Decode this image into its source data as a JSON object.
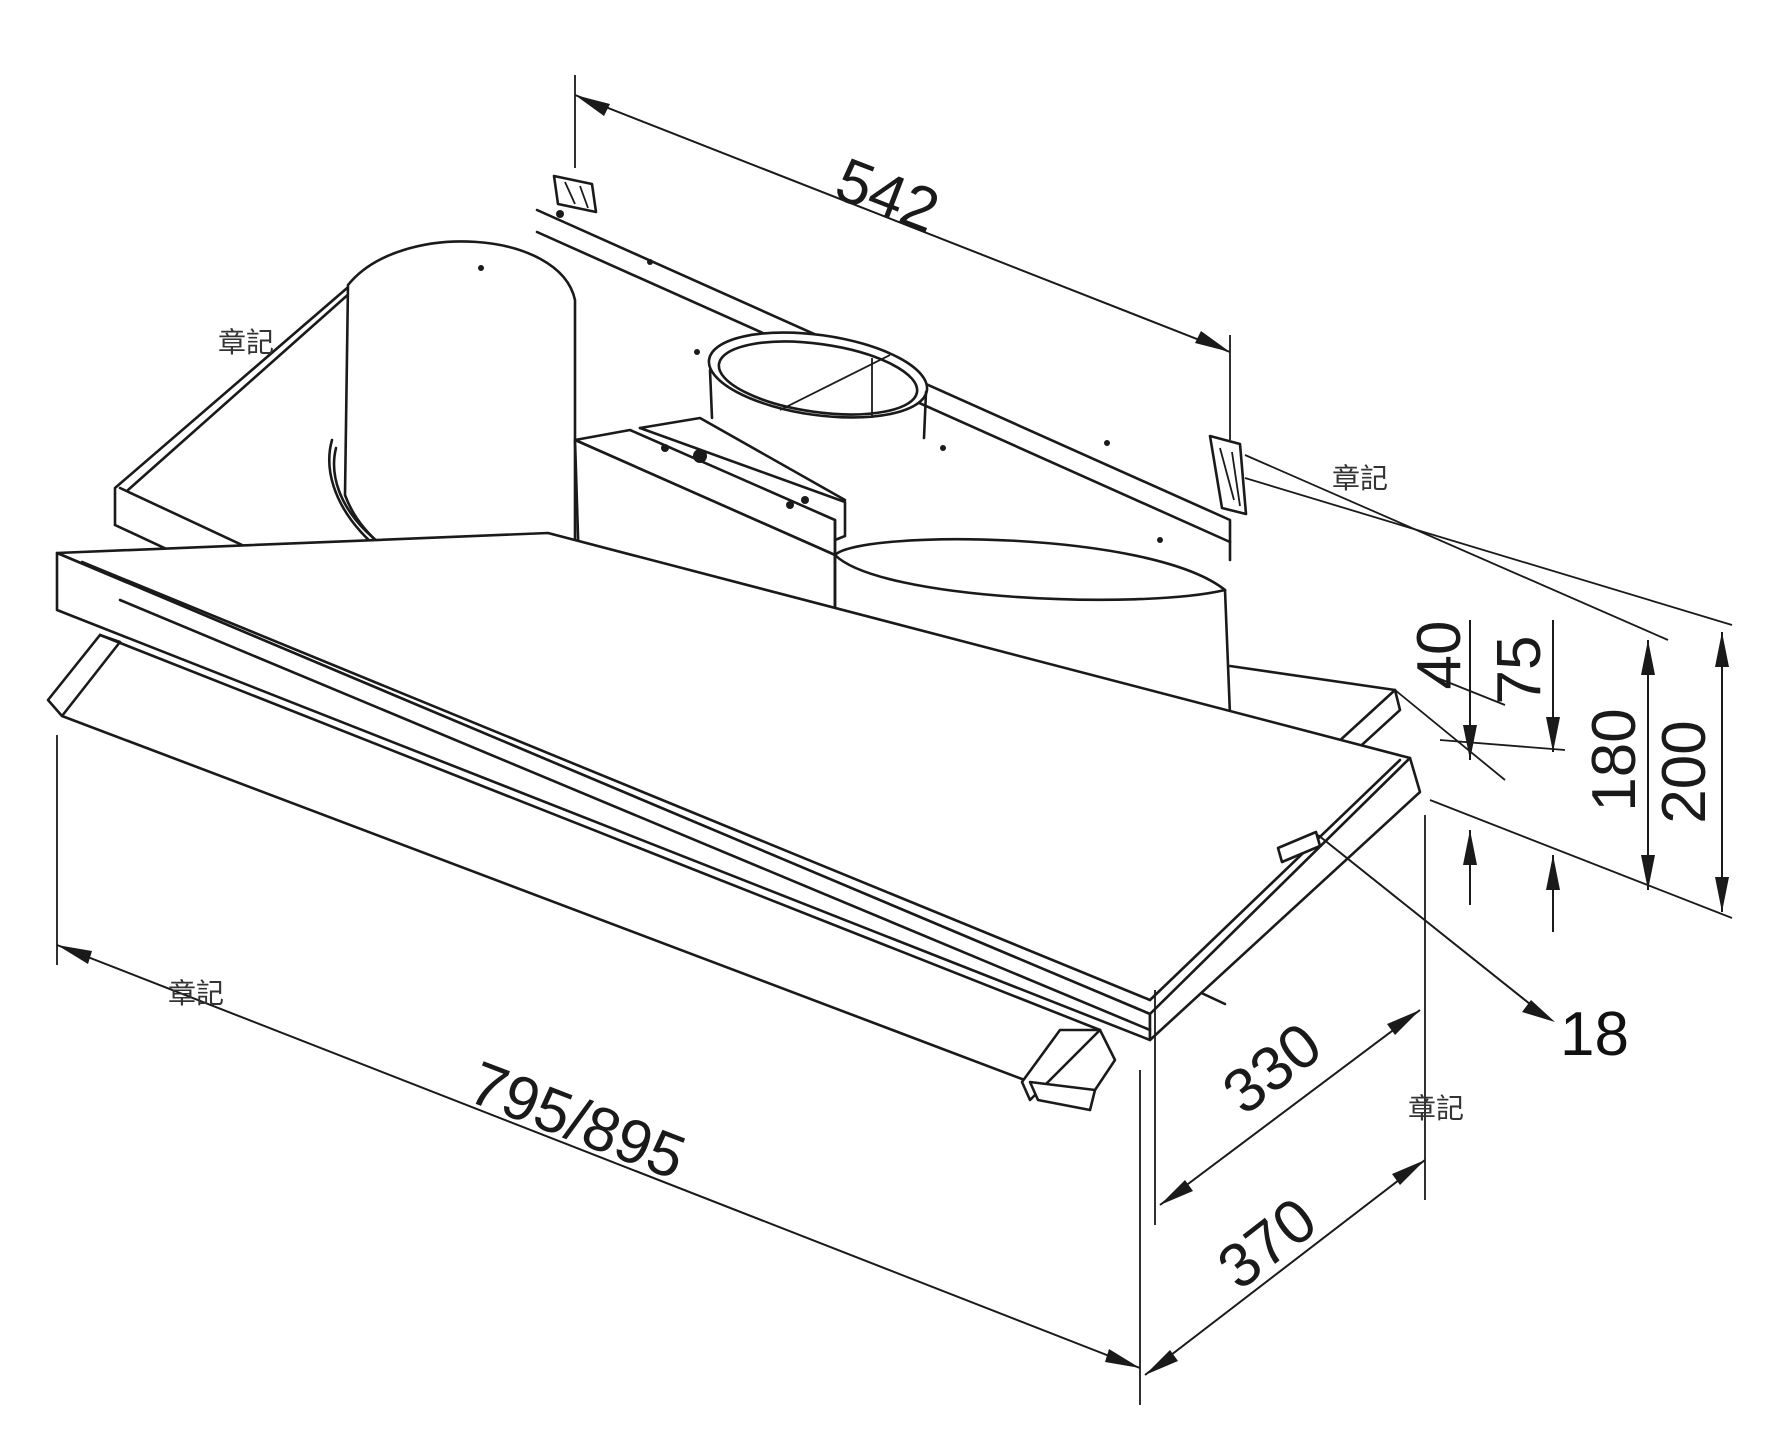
{
  "dimensions": {
    "depth_top": "542",
    "width": "795/895",
    "depth_inner": "330",
    "depth_outer": "370",
    "h40": "40",
    "h75": "75",
    "h180": "180",
    "h200": "200"
  },
  "callout": {
    "label": "18"
  },
  "watermarks": [
    "章記",
    "章記",
    "章記",
    "章記"
  ]
}
